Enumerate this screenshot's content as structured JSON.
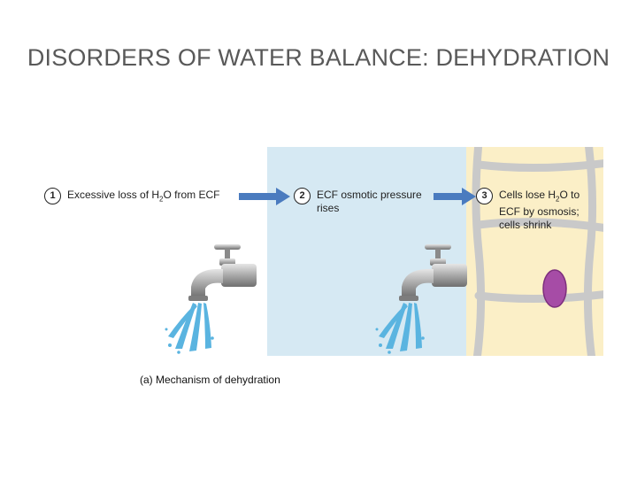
{
  "title": "DISORDERS OF WATER BALANCE: DEHYDRATION",
  "steps": [
    {
      "num": "1",
      "text_before": "Excessive loss of H",
      "sub": "2",
      "text_after": "O from ECF"
    },
    {
      "num": "2",
      "line1": "ECF osmotic pressure",
      "line2": "rises"
    },
    {
      "num": "3",
      "text_before": "Cells lose H",
      "sub": "2",
      "text_after": "O to",
      "line2": "ECF by osmosis;",
      "line3": "cells shrink"
    }
  ],
  "caption": "(a) Mechanism of dehydration",
  "colors": {
    "arrow": "#4a7bbf",
    "ecf": "#d6e9f3",
    "cells": "#fbefc7",
    "cell_border": "#c9c9c9",
    "nucleus": "#a64ca6",
    "water": "#5ab4e0"
  }
}
